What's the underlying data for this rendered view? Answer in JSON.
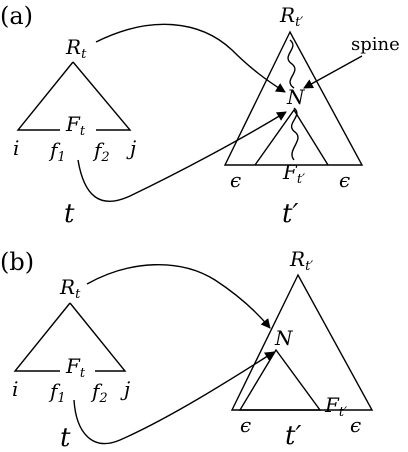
{
  "panels": {
    "a": {
      "tag": "(a)",
      "left_tree": {
        "root": "R",
        "root_sub": "t",
        "foot": "F",
        "foot_sub": "t",
        "left_end": "i",
        "right_end": "j",
        "f1": "f",
        "f1_sub": "1",
        "f2": "f",
        "f2_sub": "2",
        "name": "t"
      },
      "right_tree": {
        "root": "R",
        "root_sub": "t′",
        "node": "N",
        "foot": "F",
        "foot_sub": "t′",
        "eps_left": "ϵ",
        "eps_right": "ϵ",
        "name": "t′"
      },
      "spine_label": "spine"
    },
    "b": {
      "tag": "(b)",
      "left_tree": {
        "root": "R",
        "root_sub": "t",
        "foot": "F",
        "foot_sub": "t",
        "left_end": "i",
        "right_end": "j",
        "f1": "f",
        "f1_sub": "1",
        "f2": "f",
        "f2_sub": "2",
        "name": "t"
      },
      "right_tree": {
        "root": "R",
        "root_sub": "t′",
        "node": "N",
        "foot": "F",
        "foot_sub": "t′",
        "eps_left": "ϵ",
        "eps_right": "ϵ",
        "name": "t′"
      }
    }
  }
}
